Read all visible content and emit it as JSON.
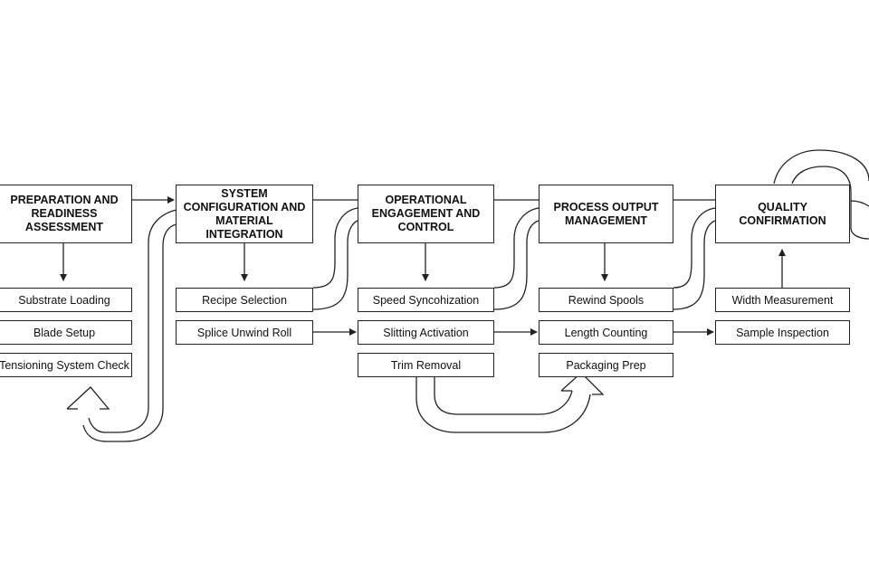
{
  "stages": [
    {
      "id": "s1",
      "label": "PREPARATION AND READINESS ASSESSMENT"
    },
    {
      "id": "s2",
      "label": "SYSTEM CONFIGURATION AND MATERIAL INTEGRATION"
    },
    {
      "id": "s3",
      "label": "OPERATIONAL ENGAGEMENT AND CONTROL"
    },
    {
      "id": "s4",
      "label": "PROCESS OUTPUT MANAGEMENT"
    },
    {
      "id": "s5",
      "label": "QUALITY CONFIRMATION"
    }
  ],
  "steps": {
    "s1": [
      "Substrate Loading",
      "Blade Setup",
      "Tensioning System Check"
    ],
    "s2": [
      "Recipe Selection",
      "Splice Unwind Roll"
    ],
    "s3": [
      "Speed Syncohization",
      "Slitting Activation",
      "Trim Removal"
    ],
    "s4": [
      "Rewind Spools",
      "Length Counting",
      "Packaging Prep"
    ],
    "s5": [
      "Width Measurement",
      "Sample Inspection"
    ]
  },
  "colors": {
    "line": "#222222",
    "background": "#ffffff"
  }
}
